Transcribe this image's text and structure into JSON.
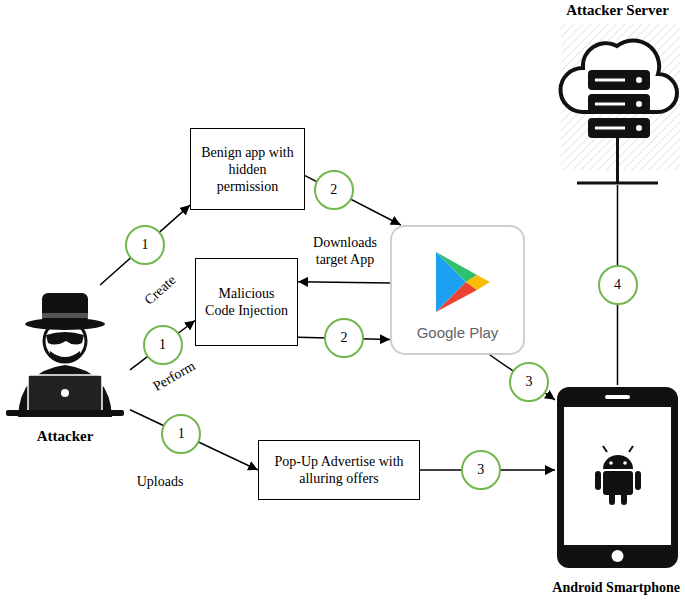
{
  "diagram": {
    "nodes": [
      {
        "text": [
          "Attacker"
        ]
      },
      {
        "text": [
          "Benign app with hidden permission"
        ]
      },
      {
        "text": [
          "Malicious Code Injection"
        ]
      },
      {
        "text": [
          "Google Play"
        ]
      },
      {
        "text": [
          "Pop-Up Advertise with alluring offers"
        ]
      },
      {
        "text": [
          "Android Smartphone"
        ]
      },
      {
        "text": [
          "Attacker Server"
        ]
      }
    ],
    "edges": [
      {
        "from": 0,
        "to": 1,
        "label": "Create",
        "arrow": "to"
      },
      {
        "from": 0,
        "to": 2,
        "label": "Perform",
        "arrow": "to"
      },
      {
        "from": 0,
        "to": 4,
        "label": "Uploads",
        "arrow": "to"
      },
      {
        "from": 1,
        "to": 3,
        "arrow": "to"
      },
      {
        "from": 2,
        "to": 3,
        "arrow": "to"
      },
      {
        "from": 3,
        "to": 2,
        "label": "Downloads target App",
        "arrow": "to"
      },
      {
        "from": 3,
        "to": 5,
        "arrow": "to"
      },
      {
        "from": 4,
        "to": 5,
        "arrow": "to"
      },
      {
        "from": 5,
        "to": 6,
        "arrow": "none"
      }
    ],
    "labels": [
      "1",
      "1",
      "1",
      "2",
      "2",
      "3",
      "3",
      "4"
    ]
  }
}
